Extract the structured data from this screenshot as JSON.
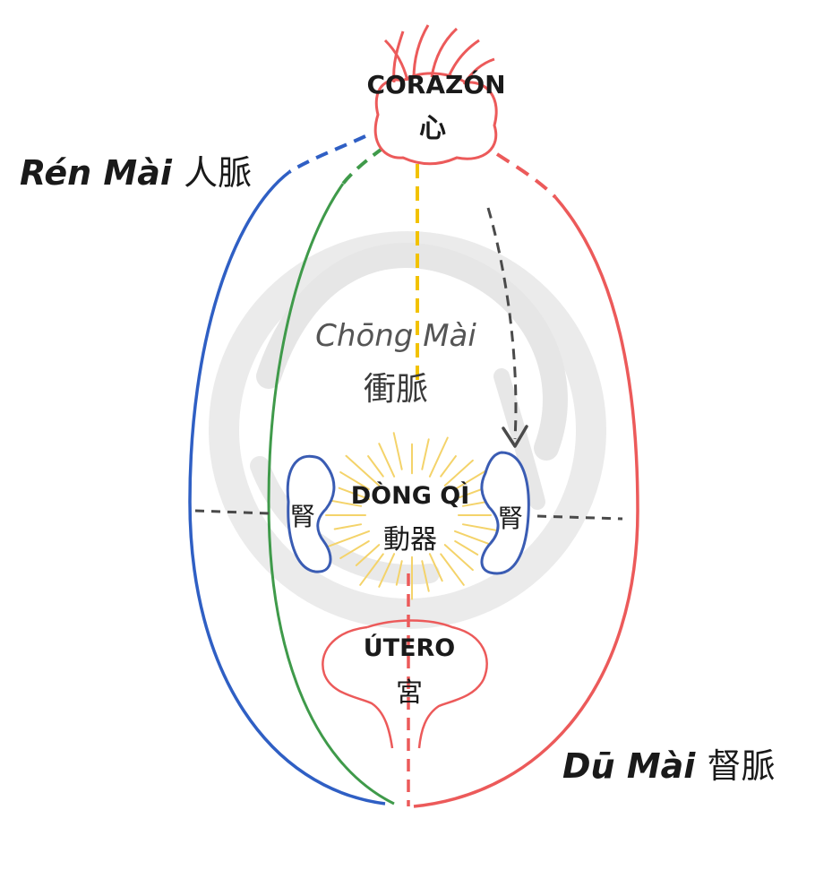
{
  "title": "",
  "colors": {
    "ren": "#2f5fc4",
    "chong": "#3f9a4a",
    "du": "#ec5a5a",
    "heart": "#ec5a5a",
    "center_line": "#f2c200",
    "kidney": "#3a5cb3",
    "rays": "#f4d36a",
    "arrow": "#4a4a4a",
    "watermark": "#d6d6d6"
  },
  "labels": {
    "ren_pinyin": "Rén Mài",
    "ren_hanzi": "人脈",
    "du_pinyin": "Dū Mài",
    "du_hanzi": "督脈",
    "chong_pinyin": "Chōng Mài",
    "chong_hanzi": "衝脈",
    "heart_es": "CORAZÓN",
    "heart_hanzi": "心",
    "dongqi_pinyin": "DÒNG QÌ",
    "dongqi_hanzi": "動器",
    "kidney_left": "腎",
    "kidney_right": "腎",
    "uterus_es": "ÚTERO",
    "uterus_hanzi": "宮"
  }
}
